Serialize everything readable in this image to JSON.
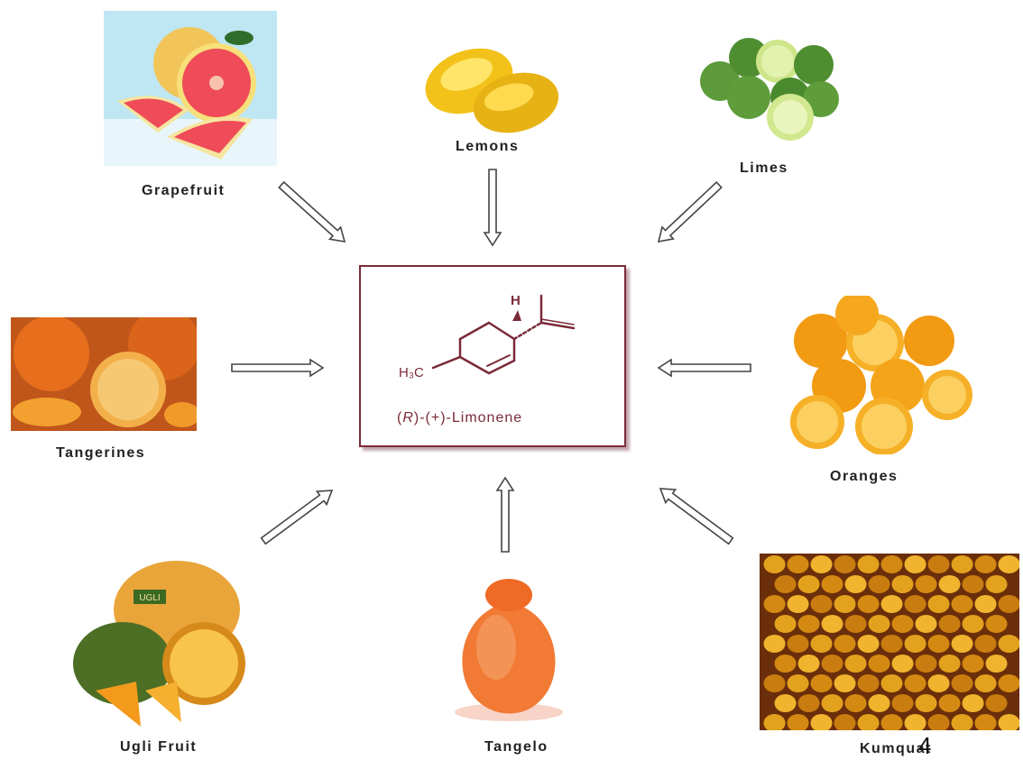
{
  "fruits": {
    "grapefruit": "Grapefruit",
    "lemons": "Lemons",
    "limes": "Limes",
    "tangerines": "Tangerines",
    "oranges": "Oranges",
    "ugli": "Ugli Fruit",
    "tangelo": "Tangelo",
    "kumquat": "Kumquat"
  },
  "center": {
    "h_label": "H",
    "methyl_label": "H₃C",
    "name_r": "R",
    "name_rest": ")-(+)-Limonene",
    "name_open": "("
  },
  "ugli_sticker": "UGLI",
  "page_number": "4",
  "colors": {
    "box_border": "#7a2a38",
    "structure": "#7a2a38",
    "arrow_outline": "#444444"
  }
}
